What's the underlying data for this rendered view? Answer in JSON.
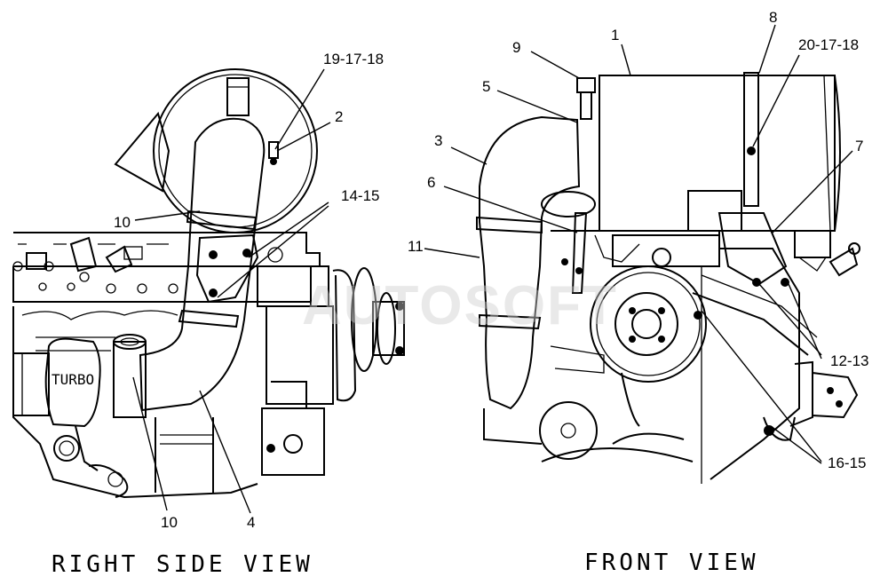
{
  "views": {
    "right": {
      "title": "RIGHT SIDE VIEW",
      "turbo_label": "TURBO"
    },
    "front": {
      "title": "FRONT VIEW"
    }
  },
  "callouts": {
    "c_19_17_18": "19-17-18",
    "c_2": "2",
    "c_14_15": "14-15",
    "c_10_top": "10",
    "c_10_bottom": "10",
    "c_4": "4",
    "c_9": "9",
    "c_1": "1",
    "c_8": "8",
    "c_20_17_18": "20-17-18",
    "c_5": "5",
    "c_3": "3",
    "c_6": "6",
    "c_7": "7",
    "c_11": "11",
    "c_12_13": "12-13",
    "c_16_15": "16-15"
  },
  "watermark": "AUTOSOFT"
}
